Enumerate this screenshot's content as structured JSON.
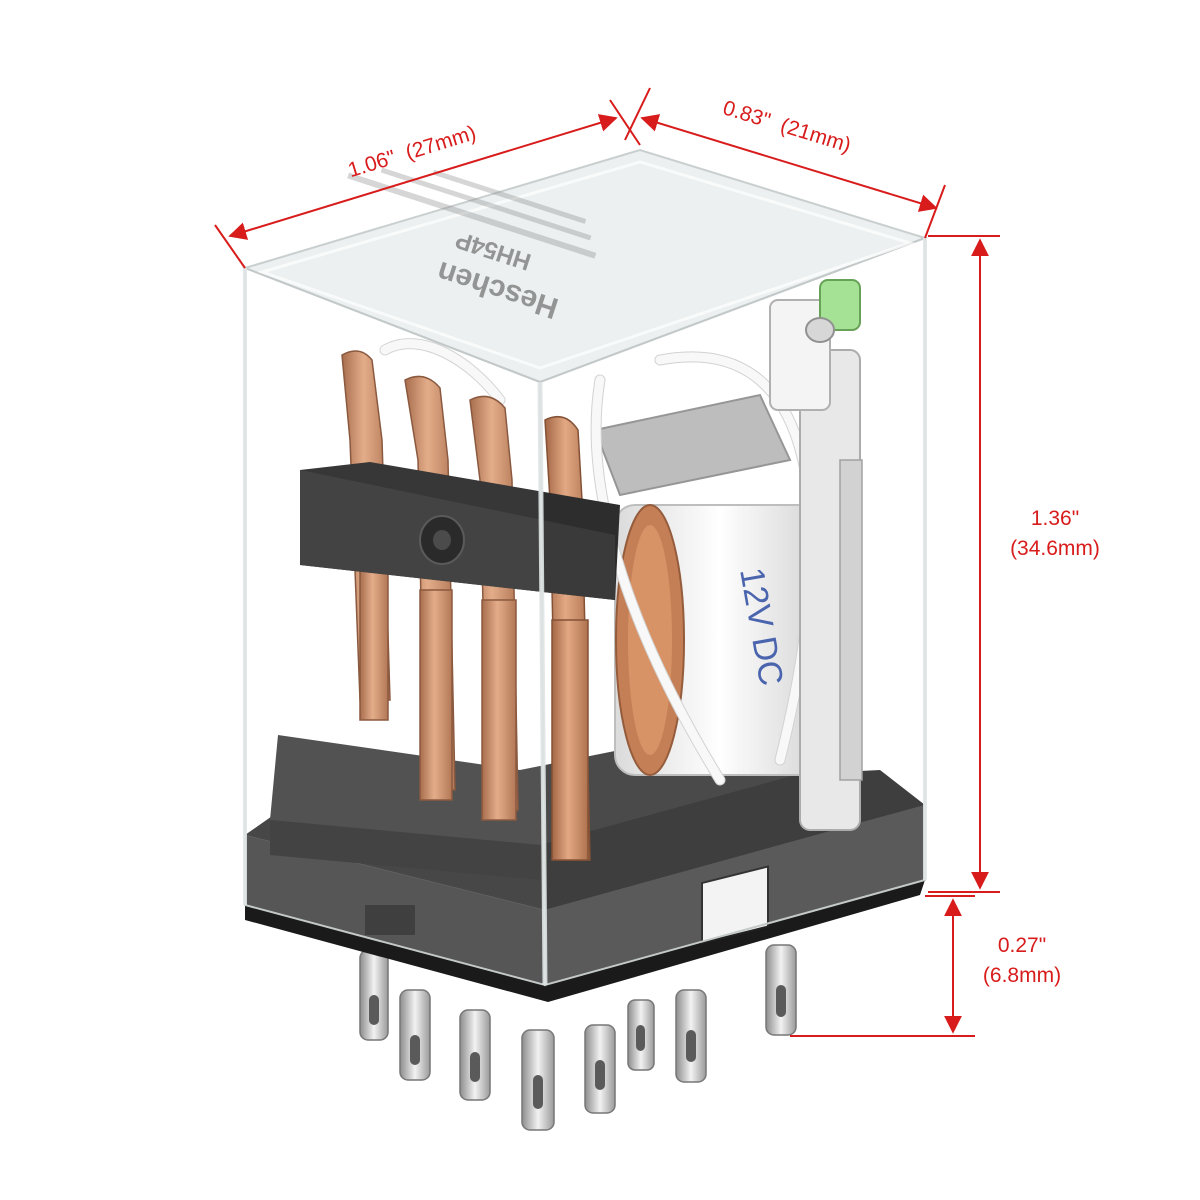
{
  "dimensions": {
    "width": {
      "inch": "1.06\"",
      "mm": "(27mm)"
    },
    "depth": {
      "inch": "0.83\"",
      "mm": "(21mm)"
    },
    "height": {
      "inch": "1.36\"",
      "mm": "(34.6mm)"
    },
    "pin_length": {
      "inch": "0.27\"",
      "mm": "(6.8mm)"
    }
  },
  "product_label": {
    "brand": "Heschen",
    "model": "HH54P",
    "voltage_marking": "12V DC"
  },
  "colors": {
    "dimension_line": "#d81c1c",
    "copper": "#c8845a",
    "base": "#3a3a3a",
    "housing": "#eef2f2",
    "coil_label": "#3b57a8"
  }
}
